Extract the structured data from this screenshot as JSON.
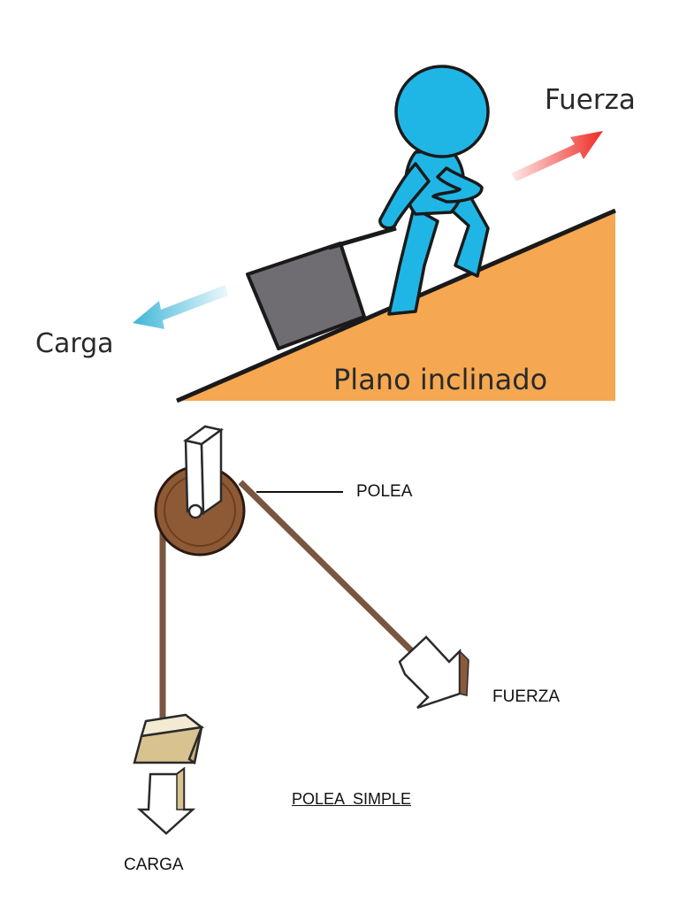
{
  "incline_diagram": {
    "force_label": "Fuerza",
    "load_label": "Carga",
    "ramp_label": "Plano inclinado",
    "colors": {
      "ramp": "#f5a851",
      "person": "#1fb6e6",
      "box": "#6f6c72",
      "force_arrow": "#ee2b24",
      "load_arrow": "#3fb6d8"
    }
  },
  "pulley_diagram": {
    "pulley_label": "POLEA",
    "force_label": "FUERZA",
    "load_label": "CARGA",
    "caption": "POLEA  SIMPLE",
    "colors": {
      "wheel": "#8e5a35",
      "rope": "#7a5640",
      "weight": "#d8c28f"
    }
  }
}
